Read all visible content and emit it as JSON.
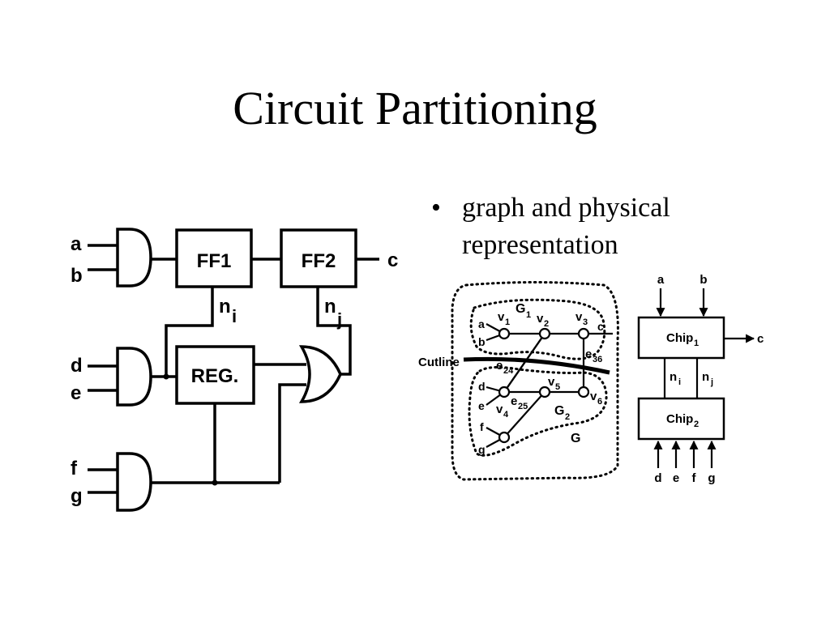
{
  "title": "Circuit Partitioning",
  "bullet": {
    "marker": "•",
    "text": "graph and physical representation"
  },
  "circuit": {
    "inputs": [
      "a",
      "b",
      "d",
      "e",
      "f",
      "g"
    ],
    "output": "c",
    "blocks": [
      "FF1",
      "FF2",
      "REG."
    ],
    "nets": [
      "n",
      "i",
      "n",
      "j"
    ]
  },
  "graph": {
    "outer_label": "G",
    "g1": "G",
    "g1_sub": "1",
    "g2": "G",
    "g2_sub": "2",
    "cutline": "Cutline",
    "vertices": [
      {
        "base": "v",
        "sub": "1"
      },
      {
        "base": "v",
        "sub": "2"
      },
      {
        "base": "v",
        "sub": "3"
      },
      {
        "base": "v",
        "sub": "4"
      },
      {
        "base": "v",
        "sub": "5"
      },
      {
        "base": "v",
        "sub": "6"
      }
    ],
    "edges": [
      {
        "base": "e",
        "sub": "24"
      },
      {
        "base": "e",
        "sub": "36"
      },
      {
        "base": "e",
        "sub": "25"
      }
    ],
    "terminals": [
      "a",
      "b",
      "c",
      "d",
      "e",
      "f",
      "g"
    ]
  },
  "chips": {
    "chip1": "Chip",
    "chip1_sub": "1",
    "chip2": "Chip",
    "chip2_sub": "2",
    "top_inputs": [
      "a",
      "b"
    ],
    "output": "c",
    "nets": [
      {
        "base": "n",
        "sub": "i"
      },
      {
        "base": "n",
        "sub": "j"
      }
    ],
    "bottom_inputs": [
      "d",
      "e",
      "f",
      "g"
    ]
  }
}
